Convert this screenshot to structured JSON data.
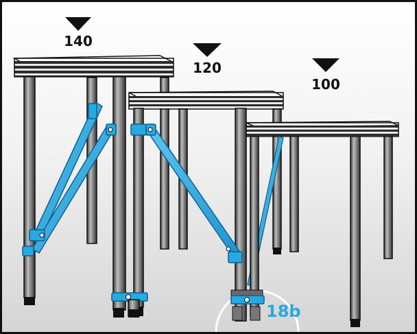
{
  "figure": {
    "labels": {
      "tall": "140",
      "medium": "120",
      "short": "100",
      "detail": "18b"
    },
    "icons": {
      "height_marker": "triangle-down-icon"
    },
    "colors": {
      "brace": "#27a9e1",
      "brace_dark": "#1676b0",
      "leg": "#5a5a5a",
      "leg_light": "#bdbdbd",
      "outline": "#111111",
      "background_top": "#ffffff",
      "background_bottom": "#d7d7d7"
    }
  }
}
